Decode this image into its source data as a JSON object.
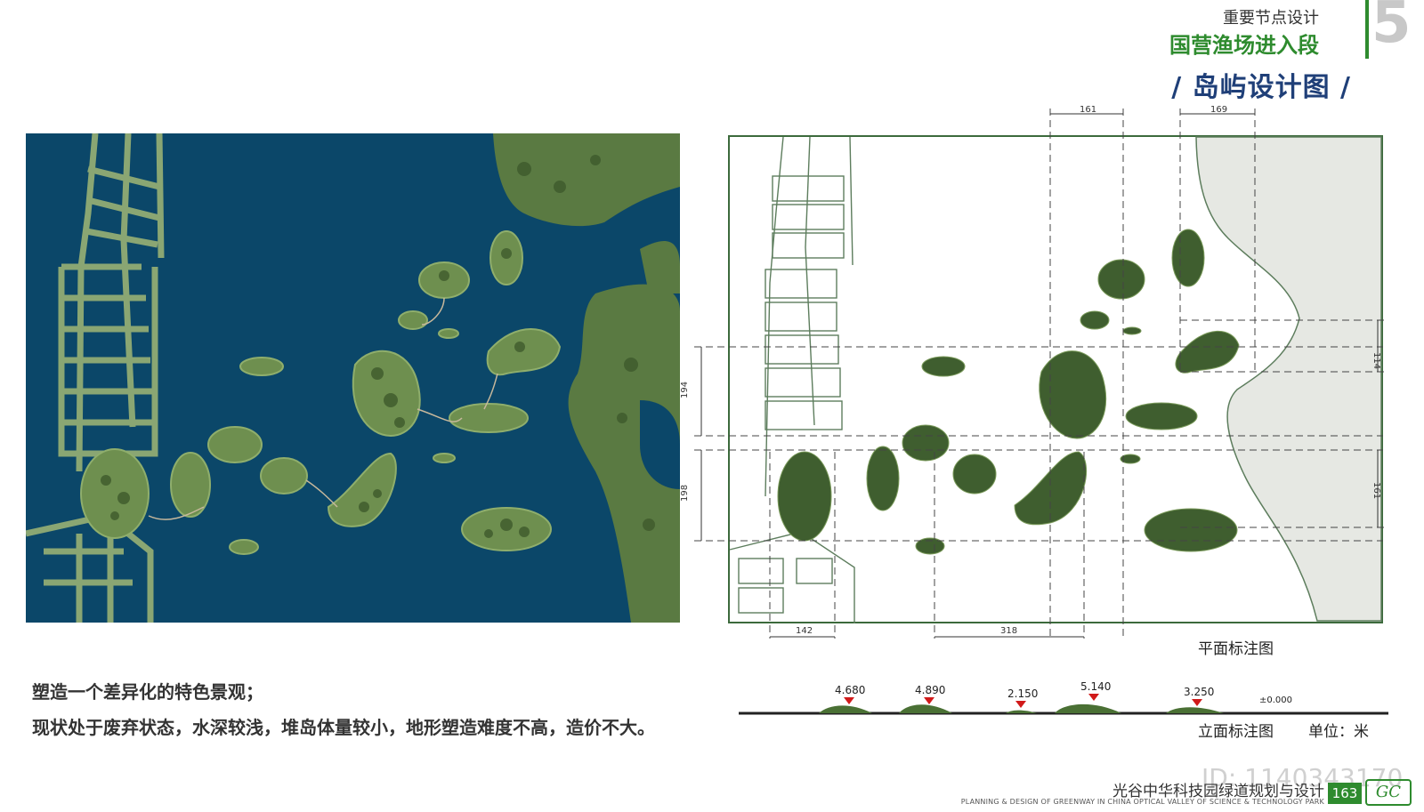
{
  "header": {
    "subtitle": "重要节点设计",
    "title": "国营渔场进入段",
    "number": "5",
    "section": "/ 岛屿设计图 /"
  },
  "colors": {
    "water": "#0b4769",
    "island": "#6e8f4f",
    "accent_green": "#2e8b2e",
    "navy": "#1f3f78"
  },
  "plan": {
    "caption": "平面标注图",
    "dims_top": [
      "161",
      "169"
    ],
    "dims_left": [
      "194",
      "198"
    ],
    "dims_right": [
      "114",
      "161"
    ],
    "dims_bottom": [
      "142",
      "318"
    ]
  },
  "elevation": {
    "caption": "立面标注图",
    "unit": "单位：米",
    "levels": [
      "4.680",
      "4.890",
      "2.150",
      "5.140",
      "3.250",
      "±0.000"
    ]
  },
  "description": {
    "line1": "塑造一个差异化的特色景观；",
    "line2": "现状处于废弃状态，水深较浅，堆岛体量较小，地形塑造难度不高，造价不大。"
  },
  "footer": {
    "cn": "光谷中华科技园绿道规划与设计",
    "en": "PLANNING & DESIGN OF GREENWAY IN CHINA OPTICAL VALLEY OF SCIENCE & TECHNOLOGY PARK",
    "page": "163",
    "logo": "GC",
    "watermark_id": "ID: 1140343170"
  }
}
